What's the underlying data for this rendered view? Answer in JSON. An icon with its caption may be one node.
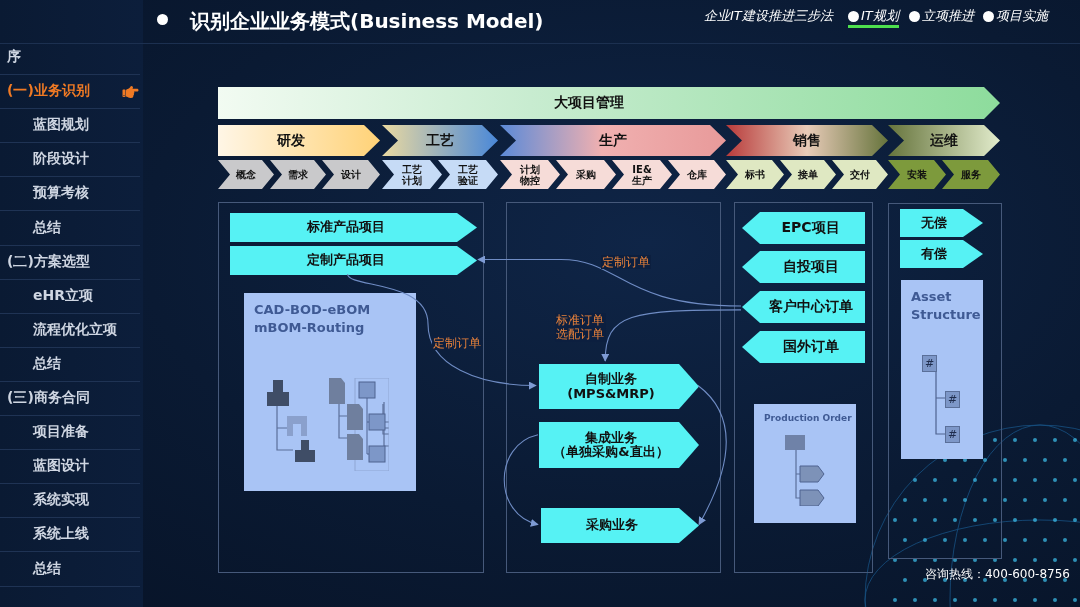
{
  "diagram": {
    "title": "识别企业业务模式(Business Model)",
    "nodes": [
      {
        "text": [
          "大项目管理"
        ]
      },
      {
        "text": [
          "研发"
        ]
      },
      {
        "text": [
          "工艺"
        ]
      },
      {
        "text": [
          "生产"
        ]
      },
      {
        "text": [
          "销售"
        ]
      },
      {
        "text": [
          "运维"
        ]
      },
      {
        "text": [
          "概念"
        ]
      },
      {
        "text": [
          "需求"
        ]
      },
      {
        "text": [
          "设计"
        ]
      },
      {
        "text": [
          "工艺计划"
        ]
      },
      {
        "text": [
          "工艺验证"
        ]
      },
      {
        "text": [
          "计划物控"
        ]
      },
      {
        "text": [
          "采购"
        ]
      },
      {
        "text": [
          "IE&生产"
        ]
      },
      {
        "text": [
          "仓库"
        ]
      },
      {
        "text": [
          "标书"
        ]
      },
      {
        "text": [
          "接单"
        ]
      },
      {
        "text": [
          "交付"
        ]
      },
      {
        "text": [
          "安装"
        ]
      },
      {
        "text": [
          "服务"
        ]
      },
      {
        "text": [],
        "shape": "box"
      },
      {
        "text": [
          "标准产品项目"
        ],
        "in": 20
      },
      {
        "text": [
          "定制产品项目"
        ],
        "in": 20
      },
      {
        "text": [
          "CAD-BOD-eBOM mBOM-Routing"
        ],
        "in": 20
      },
      {
        "text": [],
        "shape": "box"
      },
      {
        "text": [
          "自制业务",
          "(MPS&MRP)"
        ],
        "in": 24
      },
      {
        "text": [
          "集成业务",
          "（单独采购&直出）"
        ],
        "in": 24
      },
      {
        "text": [
          "采购业务"
        ],
        "in": 24
      },
      {
        "text": [],
        "shape": "box"
      },
      {
        "text": [
          "EPC项目"
        ],
        "in": 28
      },
      {
        "text": [
          "自投项目"
        ],
        "in": 28
      },
      {
        "text": [
          "客户中心订单"
        ],
        "in": 28
      },
      {
        "text": [
          "国外订单"
        ],
        "in": 28
      },
      {
        "text": [
          "Production Order"
        ],
        "in": 28
      },
      {
        "text": [],
        "shape": "box"
      },
      {
        "text": [
          "无偿"
        ],
        "in": 34
      },
      {
        "text": [
          "有偿"
        ],
        "in": 34
      },
      {
        "text": [
          "Asset Structure"
        ],
        "in": 34
      }
    ],
    "edges": [
      {
        "from": 31,
        "to": 22,
        "arrow": "to",
        "label": "定制订单"
      },
      {
        "from": 31,
        "to": 25,
        "arrow": "to",
        "label": "标准订单选配订单"
      },
      {
        "from": 22,
        "to": 25,
        "arrow": "to",
        "label": "定制订单"
      },
      {
        "from": 25,
        "to": 27,
        "arrow": "to"
      },
      {
        "from": 26,
        "to": 27,
        "arrow": "to"
      }
    ],
    "labels": [
      "企业IT建设推进三步法",
      "IT规划",
      "立项推进",
      "项目实施",
      "序",
      "(一)业务识别",
      "蓝图规划",
      "阶段设计",
      "预算考核",
      "总结",
      "(二)方案选型",
      "eHR立项",
      "流程优化立项",
      "总结",
      "(三)商务合同",
      "项目准备",
      "蓝图设计",
      "系统实现",
      "系统上线",
      "总结",
      "#",
      "#",
      "#",
      "咨询热线：400-600-8756"
    ]
  }
}
